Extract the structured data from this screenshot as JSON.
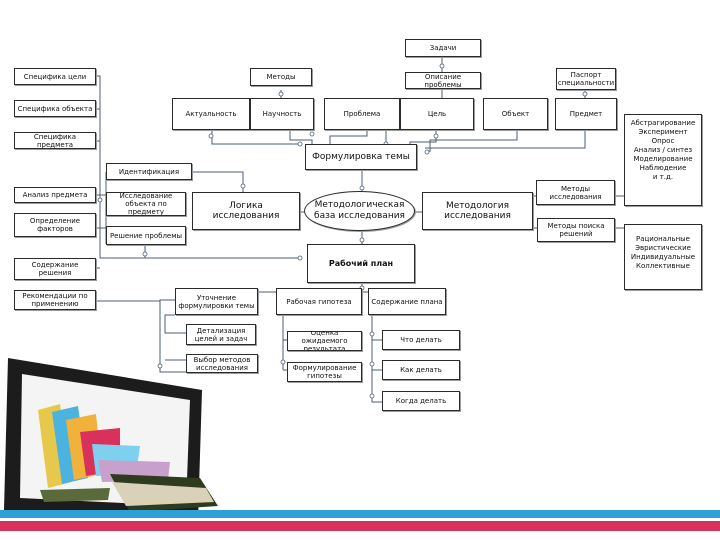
{
  "diagram": {
    "center": "Методологическая база исследования",
    "nodes": {
      "spec_goal": "Специфика цели",
      "spec_object": "Специфика объекта",
      "spec_subject": "Специфика предмета",
      "analysis_subject": "Анализ предмета",
      "factors": "Определение факторов",
      "content_solution": "Содержание решения",
      "recommendations": "Рекомендации по применению",
      "identification": "Идентификация",
      "research_object": "Исследование объекта по предмету",
      "problem_solution": "Решение проблемы",
      "logic": "Логика исследования",
      "relevance": "Актуальность",
      "novelty": "Научность",
      "problem": "Проблема",
      "goal": "Цель",
      "object": "Объект",
      "subject": "Предмет",
      "methods_top": "Методы",
      "tasks": "Задачи",
      "problem_desc": "Описание проблемы",
      "passport": "Паспорт специальности",
      "topic": "Формулировка темы",
      "methodology": "Методология исследования",
      "research_methods": "Методы исследования",
      "search_methods": "Методы поиска решений",
      "work_plan": "Рабочий план",
      "refine_topic": "Уточнение формулировки темы",
      "work_hypothesis": "Рабочая гипотеза",
      "plan_content": "Содержание плана",
      "detail_goals": "Детализация целей и задач",
      "choose_methods": "Выбор методов исследования",
      "evaluate_result": "Оценка ожидаемого результата",
      "formulate_hypothesis": "Формулирование гипотезы",
      "what_do": "Что делать",
      "how_do": "Как делать",
      "when_do": "Когда делать"
    },
    "list_empirical": [
      "Абстрагирование",
      "Эксперимент",
      "Опрос",
      "Анализ / синтез",
      "Моделирование",
      "Наблюдение",
      "и т.д."
    ],
    "list_heuristic": [
      "Рациональные",
      "Эвристические",
      "Индивидуальные",
      "Коллективные"
    ]
  },
  "colors": {
    "line": "#4a5f74",
    "border": "#2b2b2b",
    "stripe_blue": "#2f9fd8",
    "stripe_red": "#d8315b"
  },
  "icons": [
    "laptop-books-illustration"
  ]
}
